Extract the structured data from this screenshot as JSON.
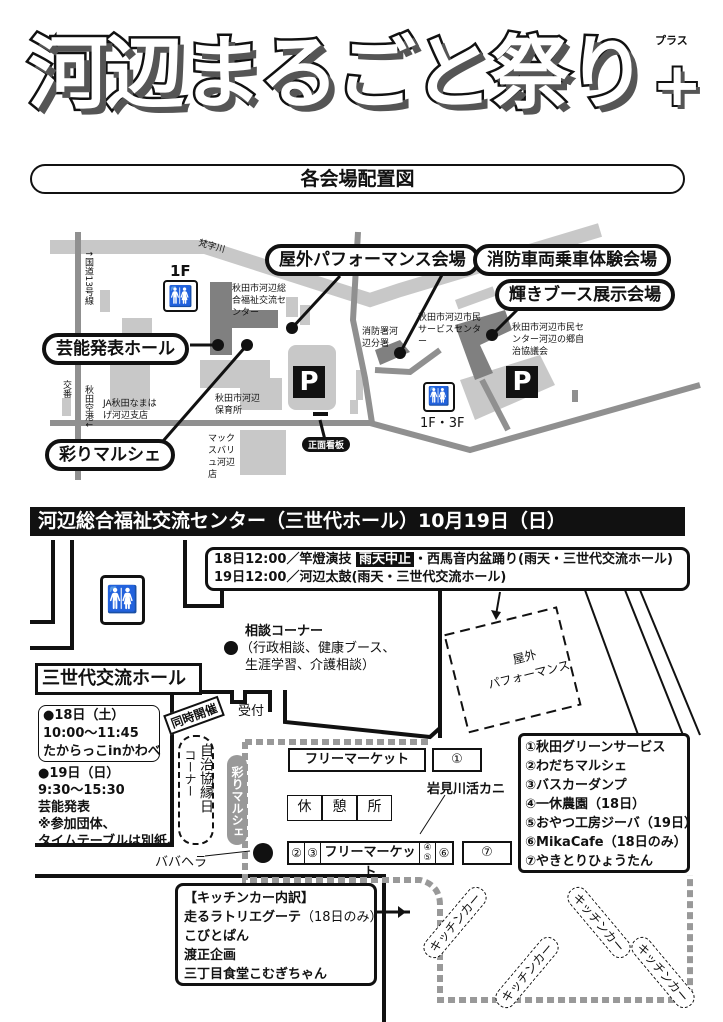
{
  "header": {
    "title": "河辺まるごと祭り",
    "plus": "+",
    "plus_ruby": "プラス",
    "subtitle": "各会場配置図"
  },
  "area_map": {
    "river": "梵字川",
    "route13": "↑国道13号線",
    "akita_airport": "秋田空港↓",
    "koban": "交番",
    "welfare_center": "秋田市河辺総合福祉交流センター",
    "restroom1": "1F",
    "restroom2": "1F・3F",
    "ja_bank": "JA秋田なまはげ河辺支店",
    "nursery": "秋田市河辺保育所",
    "maxvalu": "マックスバリュ河辺店",
    "fire_station": "消防署河辺分署",
    "service_center": "秋田市河辺市民サービスセンター",
    "citizen_center": "秋田市河辺市民センター河辺の郷自治協議会",
    "front_sign": "正面看板",
    "parking": "P",
    "callouts": [
      "屋外パフォーマンス会場",
      "消防車両乗車体験会場",
      "輝きブース展示会場",
      "芸能発表ホール",
      "彩りマルシェ"
    ]
  },
  "floor": {
    "bar_title": "河辺総合福祉交流センター（三世代ホール）10月19日（日）",
    "schedule": {
      "line1_a": "18日12:00／竿燈演技",
      "line1_rain": "雨天中止",
      "line1_b": "・西馬音内盆踊り(雨天・三世代交流ホール)",
      "line2": "19日12:00／河辺太鼓(雨天・三世代交流ホール)"
    },
    "consult_title": "相談コーナー",
    "consult_detail1": "（行政相談、健康ブース、",
    "consult_detail2": "生涯学習、介護相談）",
    "outdoor_perf1": "屋外",
    "outdoor_perf2": "パフォーマンス",
    "hall": "三世代交流ホール",
    "concurrent": "同時開催",
    "reception": "受付",
    "event18": {
      "date": "●18日（土）",
      "time": "10:00〜11:45",
      "name": "たからっこinかわべ"
    },
    "event19": {
      "date": "●19日（日）",
      "time": "9:30〜15:30",
      "name": "芸能発表",
      "note1": "※参加団体、",
      "note2": "タイムテーブルは別紙。"
    },
    "jichi_corner": "自治協縁日",
    "corner": "コーナー",
    "marche": "彩りマルシェ",
    "flea1": "フリーマーケット",
    "flea2": "フリーマーケット",
    "rest": [
      "休",
      "憩",
      "所"
    ],
    "booth_nums": [
      "①",
      "②",
      "③",
      "④",
      "⑤",
      "⑥",
      "⑦"
    ],
    "iwamikawa": "岩見川活カニ",
    "babahera": "ババヘラ",
    "legend": [
      "①秋田グリーンサービス",
      "②わだちマルシェ",
      "③バスカーダンプ",
      "④一休農園（18日）",
      "⑤おやつ工房ジーバ（19日）",
      "⑥MikaCafe（18日のみ）",
      "⑦やきとりひょうたん"
    ],
    "kitchen": {
      "title": "【キッチンカー内訳】",
      "items": [
        "走るラトリエグーテ",
        "こびとぱん",
        "渡正企画",
        "三丁目食堂こむぎちゃん"
      ],
      "note": "（18日のみ）",
      "car_label": "キッチンカー"
    }
  }
}
